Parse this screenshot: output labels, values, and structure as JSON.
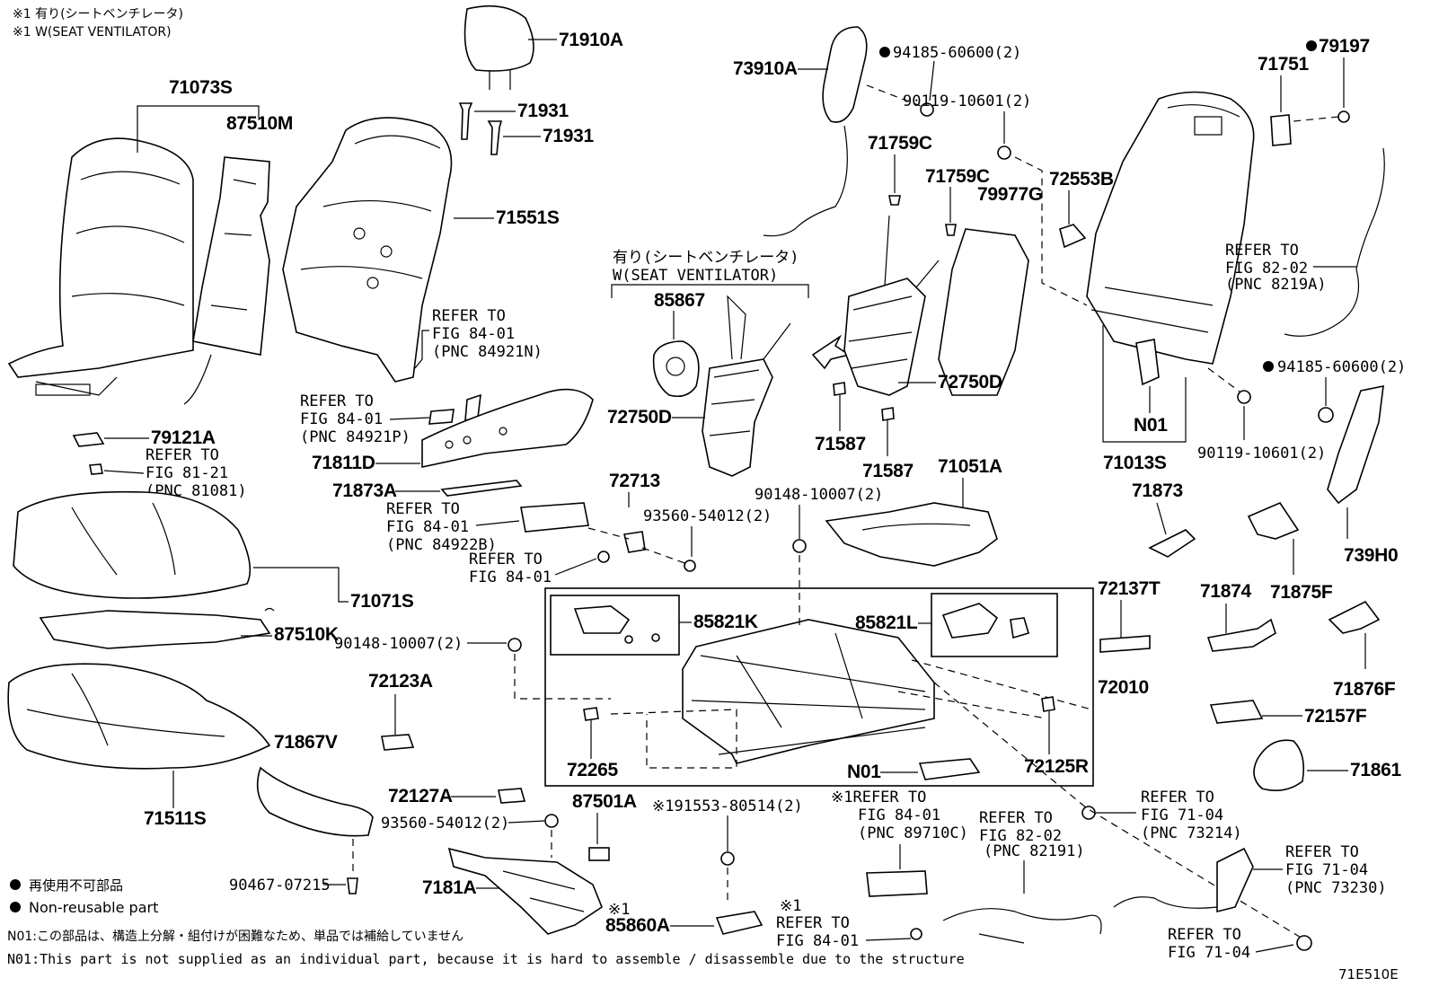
{
  "notes": {
    "star1_jp": "※1 有り(シートベンチレータ)",
    "star1_en": "※1 W(SEAT VENTILATOR)",
    "legend_jp": "再使用不可部品",
    "legend_en": "Non-reusable part",
    "n01_jp": "N01:この部品は、構造上分解・組付けが困難なため、単品では補給していません",
    "n01_en": "N01:This part is not supplied as an individual part, because it is hard to assemble / disassemble due to the structure",
    "fig_code": "71E510E"
  },
  "ventilator_group": {
    "title_jp": "有り(シートベンチレータ)",
    "title_en": "W(SEAT VENTILATOR)"
  },
  "parts": {
    "p71910A": "71910A",
    "p71931a": "71931",
    "p71931b": "71931",
    "p73910A": "73910A",
    "p94185_1": "94185-60600(2)",
    "p79197": "79197",
    "p71751": "71751",
    "p90119_1": "90119-10601(2)",
    "p71759C_1": "71759C",
    "p71759C_2": "71759C",
    "p79977G": "79977G",
    "p72553B": "72553B",
    "p71073S": "71073S",
    "p87510M": "87510M",
    "p71551S": "71551S",
    "p85867": "85867",
    "p72750D_1": "72750D",
    "p72750D_2": "72750D",
    "p71587_1": "71587",
    "p71587_2": "71587",
    "p94185_2": "94185-60600(2)",
    "p90119_2": "90119-10601(2)",
    "pN01_1": "N01",
    "p71013S": "71013S",
    "p79121A": "79121A",
    "p71811D": "71811D",
    "p71873A": "71873A",
    "p72713": "72713",
    "p93560_1": "93560-54012(2)",
    "p90148_1": "90148-10007(2)",
    "p71051A": "71051A",
    "p71873": "71873",
    "p739H0": "739H0",
    "p71875F": "71875F",
    "p71071S": "71071S",
    "p87510K": "87510K",
    "p90148_2": "90148-10007(2)",
    "p85821K": "85821K",
    "p85821L": "85821L",
    "p72137T": "72137T",
    "p71874": "71874",
    "p72010": "72010",
    "p71876F": "71876F",
    "p72123A": "72123A",
    "p72157F": "72157F",
    "p71867V": "71867V",
    "p72265": "72265",
    "p72125R": "72125R",
    "pN01_2": "N01",
    "p71861": "71861",
    "p71511S": "71511S",
    "p72127A": "72127A",
    "p87501A": "87501A",
    "p91553": "※191553-80514(2)",
    "p93560_2": "93560-54012(2)",
    "p90467": "90467-07215",
    "p7181A": "7181A",
    "p85860A": "85860A",
    "star_a": "※1",
    "star_b": "※1"
  },
  "refs": {
    "r1": [
      "REFER TO",
      "FIG 84-01",
      "(PNC 84921N)"
    ],
    "r2": [
      "REFER TO",
      "FIG 84-01",
      "(PNC 84921P)"
    ],
    "r3": [
      "REFER TO",
      "FIG 81-21",
      "(PNC 81081)"
    ],
    "r4": [
      "REFER TO",
      "FIG 84-01",
      "(PNC 84922B)"
    ],
    "r5": [
      "REFER TO",
      "FIG 84-01"
    ],
    "r6": [
      "REFER TO",
      "FIG 82-02",
      "(PNC 8219A)"
    ],
    "r7": [
      "※1REFER TO",
      "FIG 84-01",
      "(PNC 89710C)"
    ],
    "r8": [
      "REFER TO",
      "FIG 82-02",
      "(PNC 82191)"
    ],
    "r9": [
      "REFER TO",
      "FIG 71-04",
      "(PNC 73214)"
    ],
    "r10": [
      "REFER TO",
      "FIG 71-04",
      "(PNC 73230)"
    ],
    "r11": [
      "REFER TO",
      "FIG 71-04"
    ],
    "r12": [
      "REFER TO",
      "FIG 84-01"
    ]
  }
}
